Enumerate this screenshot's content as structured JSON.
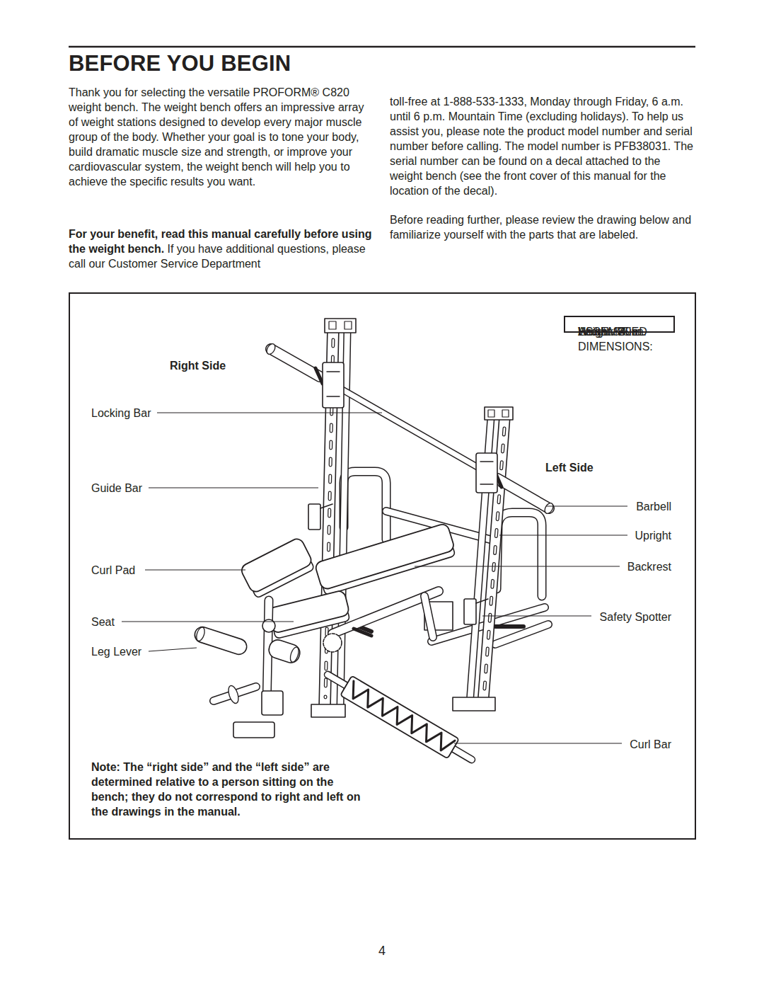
{
  "diagram": {
    "title": "BEFORE YOU BEGIN",
    "nodes": [
      {
        "text": [
          "Note: The “right side” and the “left side” are determined relative to a person sitting on the bench; they do not correspond to right and left on the drawings in the manual."
        ]
      },
      {
        "text": [
          "ASSEMBLED DIMENSIONS:",
          "Height: 75 in.",
          "Width: 84 in.",
          "Length: 30 in."
        ],
        "in": 0
      }
    ],
    "labels": [
      "Thank you for selecting the versatile PROFORM® C820 weight bench. The weight bench offers an impressive array of weight stations designed to develop every major muscle group of the body. Whether your goal is to tone your body, build dramatic muscle size and strength, or improve your cardiovascular system, the weight bench will help you to achieve the specific results you want.",
      "For your benefit, read this manual carefully before using the weight bench.",
      "If you have additional questions, please call our Customer Service Department",
      "toll-free at 1-888-533-1333, Monday through Friday, 6 a.m. until 6 p.m. Mountain Time (excluding holidays). To help us assist you, please note the product model number and serial number before calling. The model number is PFB38031. The serial number can be found on a decal attached to the weight bench (see the front cover of this manual for the location of the decal).",
      "Before reading further, please review the drawing below and familiarize yourself with the parts that are labeled.",
      "Right Side",
      "Locking Bar",
      "Guide Bar",
      "Curl Pad",
      "Seat",
      "Leg Lever",
      "Left Side",
      "Barbell",
      "Upright",
      "Backrest",
      "Safety Spotter",
      "Curl Bar",
      "4"
    ]
  }
}
